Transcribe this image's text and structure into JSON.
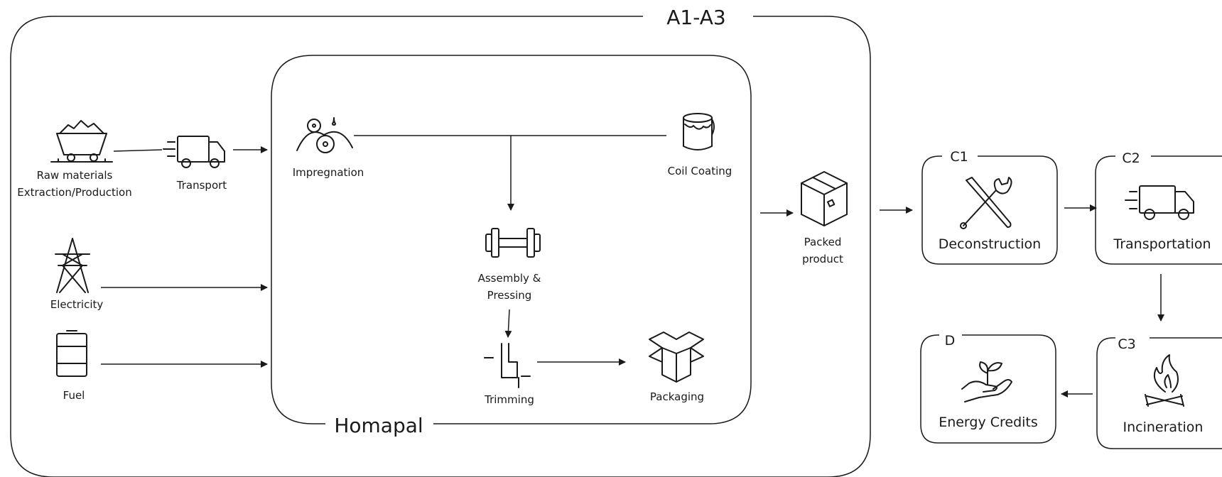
{
  "boundaries": {
    "a1_a3": "A1-A3",
    "homapal": "Homapal"
  },
  "inputs": {
    "raw_materials": [
      "Raw materials",
      "Extraction/Production"
    ],
    "transport": "Transport",
    "electricity": "Electricity",
    "fuel": "Fuel"
  },
  "process": {
    "impregnation": "Impregnation",
    "coil_coating": "Coil Coating",
    "assembly": [
      "Assembly &",
      "Pressing"
    ],
    "trimming": "Trimming",
    "packaging": "Packaging"
  },
  "output": {
    "packed_product": [
      "Packed",
      "product"
    ]
  },
  "stages": {
    "c1": {
      "code": "C1",
      "label": "Deconstruction"
    },
    "c2": {
      "code": "C2",
      "label": "Transportation"
    },
    "c3": {
      "code": "C3",
      "label": "Incineration"
    },
    "d": {
      "code": "D",
      "label": "Energy Credits"
    }
  },
  "colors": {
    "stroke": "#1a1a1a",
    "background": "#ffffff"
  }
}
